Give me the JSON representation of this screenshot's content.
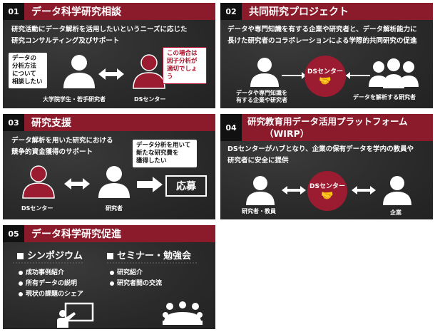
{
  "p1": {
    "num": "01",
    "title": "データ科学研究相談",
    "line1": "研究活動にデータ解析を活用したいというニーズに応じた",
    "line2": "研究コンサルティング及びサポート",
    "left_bubble": [
      "データの",
      "分析方法",
      "について",
      "相談したい"
    ],
    "right_bubble": [
      "この場合は",
      "因子分析が",
      "適切でしょう"
    ],
    "left_label": "大学院学生・若手研究者",
    "right_label": "DSセンター"
  },
  "p2": {
    "num": "02",
    "title": "共同研究プロジェクト",
    "line1": "データや専門知識を有する企業や研究者と、データ解析能力に",
    "line2": "長けた研究者のコラボレーションによる学際的共同研究の促進",
    "center": "DSセンター",
    "left_label": [
      "データや専門知識を",
      "有する企業や研究者"
    ],
    "right_label": "データを解析する研究者"
  },
  "p3": {
    "num": "03",
    "title": "研究支援",
    "line1": "データ解析を用いた研究における",
    "line2": "競争的資金獲得のサポート",
    "bubble": [
      "データ分析を用いて",
      "新たな研究費を",
      "獲得したい"
    ],
    "left_label": "DSセンター",
    "mid_label": "研究者",
    "apply": "応募"
  },
  "p4": {
    "num": "04",
    "title1": "研究教育用データ活用プラットフォーム",
    "title2": "（WIRP）",
    "line1": "DSセンターがハブとなり、企業の保有データを学内の教員や",
    "line2": "研究者に安全に提供",
    "center": "DSセンター",
    "left_label": "研究者・教員",
    "right_label": "企業"
  },
  "p5": {
    "num": "05",
    "title": "データ科学研究促進",
    "sec1": "シンポジウム",
    "sec2": "セミナー・勉強会",
    "items1": [
      "成功事例紹介",
      "所有データの説明",
      "現状の課題のシェア"
    ],
    "items2": [
      "研究紹介",
      "研究者間の交流"
    ]
  },
  "colors": {
    "accent": "#8b1a2b",
    "dark": "#2b2b2b"
  }
}
